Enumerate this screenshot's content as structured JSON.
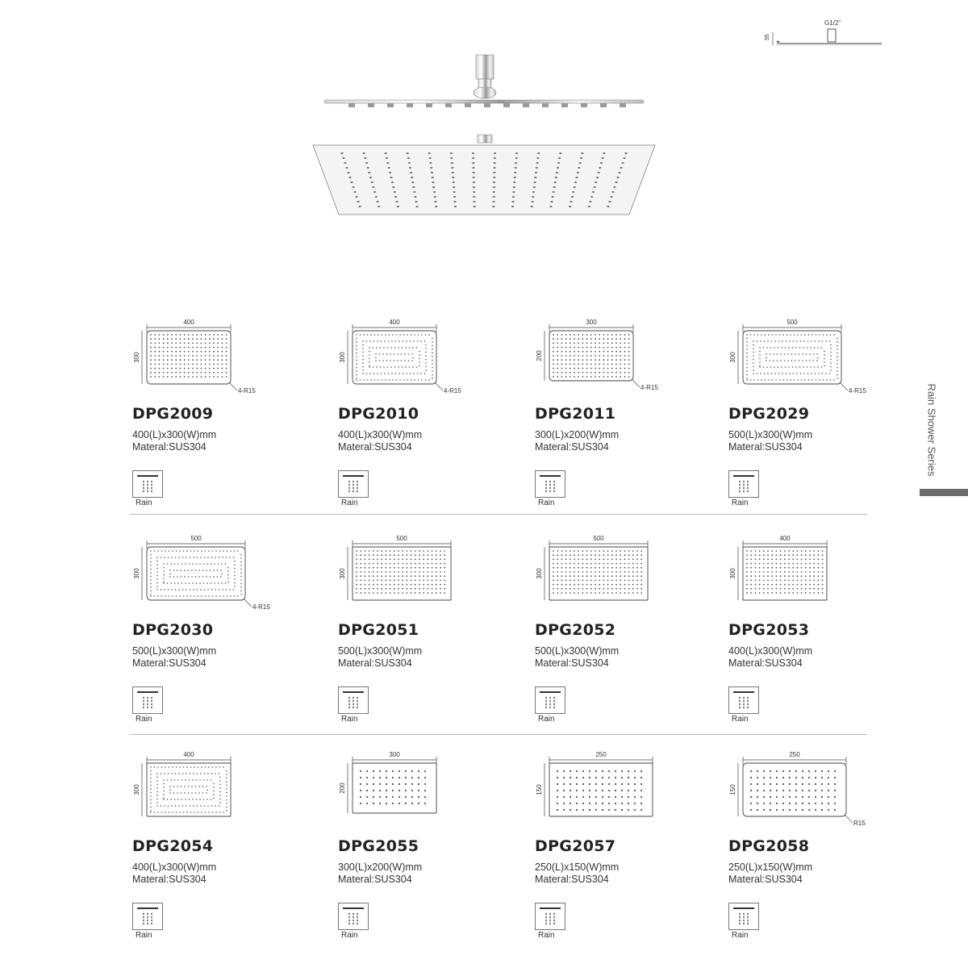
{
  "side_label": "Rain Shower Series",
  "colors": {
    "side_bar": "#6b6b6b",
    "divider": "#b8b8b8",
    "text": "#222222"
  },
  "profile": {
    "thread": "G1/2\"",
    "height_total": "55",
    "height_plate": "4"
  },
  "rain_label": "Rain",
  "products": [
    {
      "model": "DPG2009",
      "dims": "400(L)x300(W)mm",
      "material": "Materal:SUS304",
      "len_label": "400",
      "wid_label": "300",
      "radius_label": "4-R15",
      "pattern": "grid"
    },
    {
      "model": "DPG2010",
      "dims": "400(L)x300(W)mm",
      "material": "Materal:SUS304",
      "len_label": "400",
      "wid_label": "300",
      "radius_label": "4-R15",
      "pattern": "concentric"
    },
    {
      "model": "DPG2011",
      "dims": "300(L)x200(W)mm",
      "material": "Materal:SUS304",
      "len_label": "300",
      "wid_label": "200",
      "radius_label": "4-R15",
      "pattern": "grid"
    },
    {
      "model": "DPG2029",
      "dims": "500(L)x300(W)mm",
      "material": "Materal:SUS304",
      "len_label": "500",
      "wid_label": "300",
      "radius_label": "4-R15",
      "pattern": "concentric"
    },
    {
      "model": "DPG2030",
      "dims": "500(L)x300(W)mm",
      "material": "Materal:SUS304",
      "len_label": "500",
      "wid_label": "300",
      "radius_label": "4-R15",
      "pattern": "concentric"
    },
    {
      "model": "DPG2051",
      "dims": "500(L)x300(W)mm",
      "material": "Materal:SUS304",
      "len_label": "500",
      "wid_label": "300",
      "radius_label": "",
      "pattern": "grid"
    },
    {
      "model": "DPG2052",
      "dims": "500(L)x300(W)mm",
      "material": "Materal:SUS304",
      "len_label": "500",
      "wid_label": "300",
      "radius_label": "",
      "pattern": "grid"
    },
    {
      "model": "DPG2053",
      "dims": "400(L)x300(W)mm",
      "material": "Materal:SUS304",
      "len_label": "400",
      "wid_label": "300",
      "radius_label": "",
      "pattern": "grid"
    },
    {
      "model": "DPG2054",
      "dims": "400(L)x300(W)mm",
      "material": "Materal:SUS304",
      "len_label": "400",
      "wid_label": "300",
      "radius_label": "",
      "pattern": "concentric"
    },
    {
      "model": "DPG2055",
      "dims": "300(L)x200(W)mm",
      "material": "Materal:SUS304",
      "len_label": "300",
      "wid_label": "200",
      "radius_label": "",
      "pattern": "sparse"
    },
    {
      "model": "DPG2057",
      "dims": "250(L)x150(W)mm",
      "material": "Materal:SUS304",
      "len_label": "250",
      "wid_label": "150",
      "radius_label": "",
      "pattern": "sparse"
    },
    {
      "model": "DPG2058",
      "dims": "250(L)x150(W)mm",
      "material": "Materal:SUS304",
      "len_label": "250",
      "wid_label": "150",
      "radius_label": "R15",
      "pattern": "sparse"
    }
  ]
}
